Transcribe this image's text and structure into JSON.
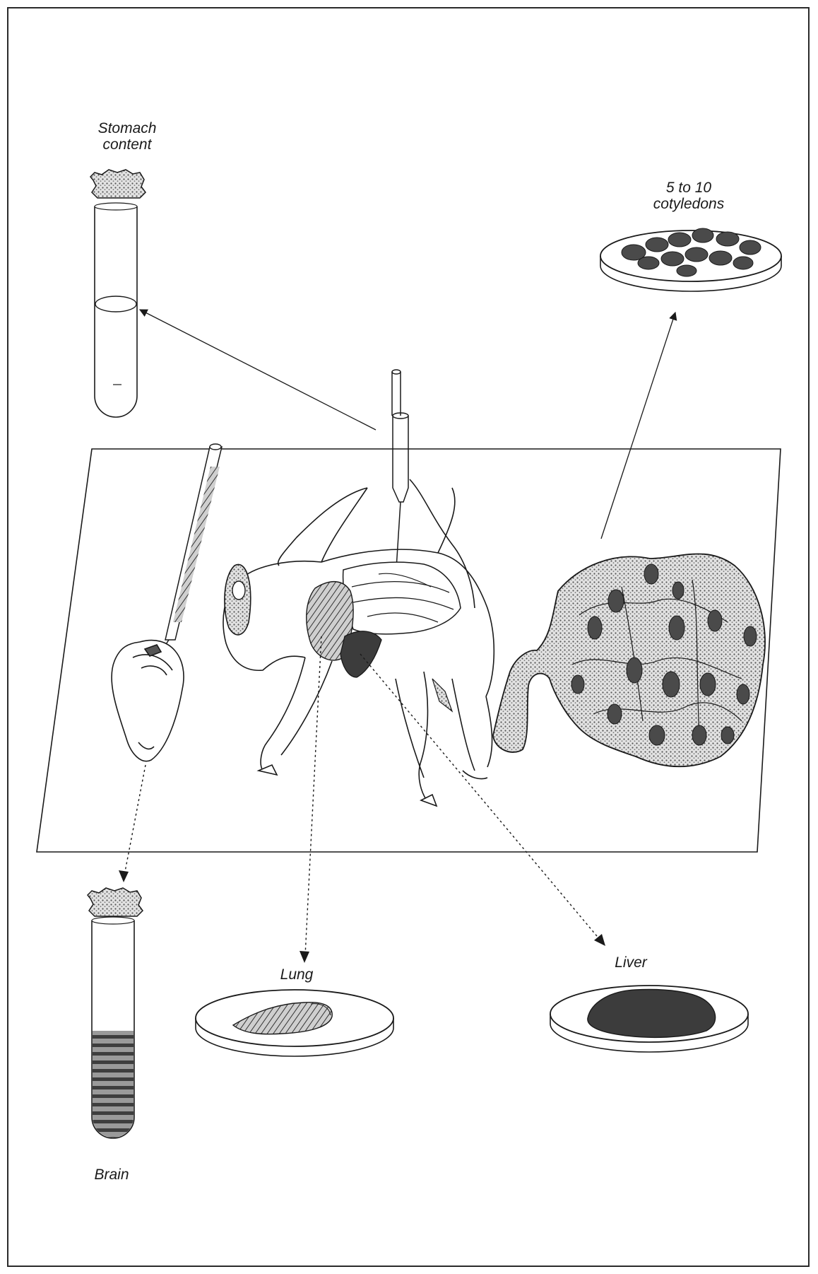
{
  "labels": {
    "stomach_line1": "Stomach",
    "stomach_line2": "content",
    "cotyledons_line1": "5 to 10",
    "cotyledons_line2": "cotyledons",
    "lung": "Lung",
    "liver": "Liver",
    "brain": "Brain"
  },
  "colors": {
    "ink": "#1a1a1a",
    "tissue_dark": "#3c3c3c",
    "tissue_mid": "#8a8a8a",
    "placenta_fill": "#b8b8b8"
  }
}
